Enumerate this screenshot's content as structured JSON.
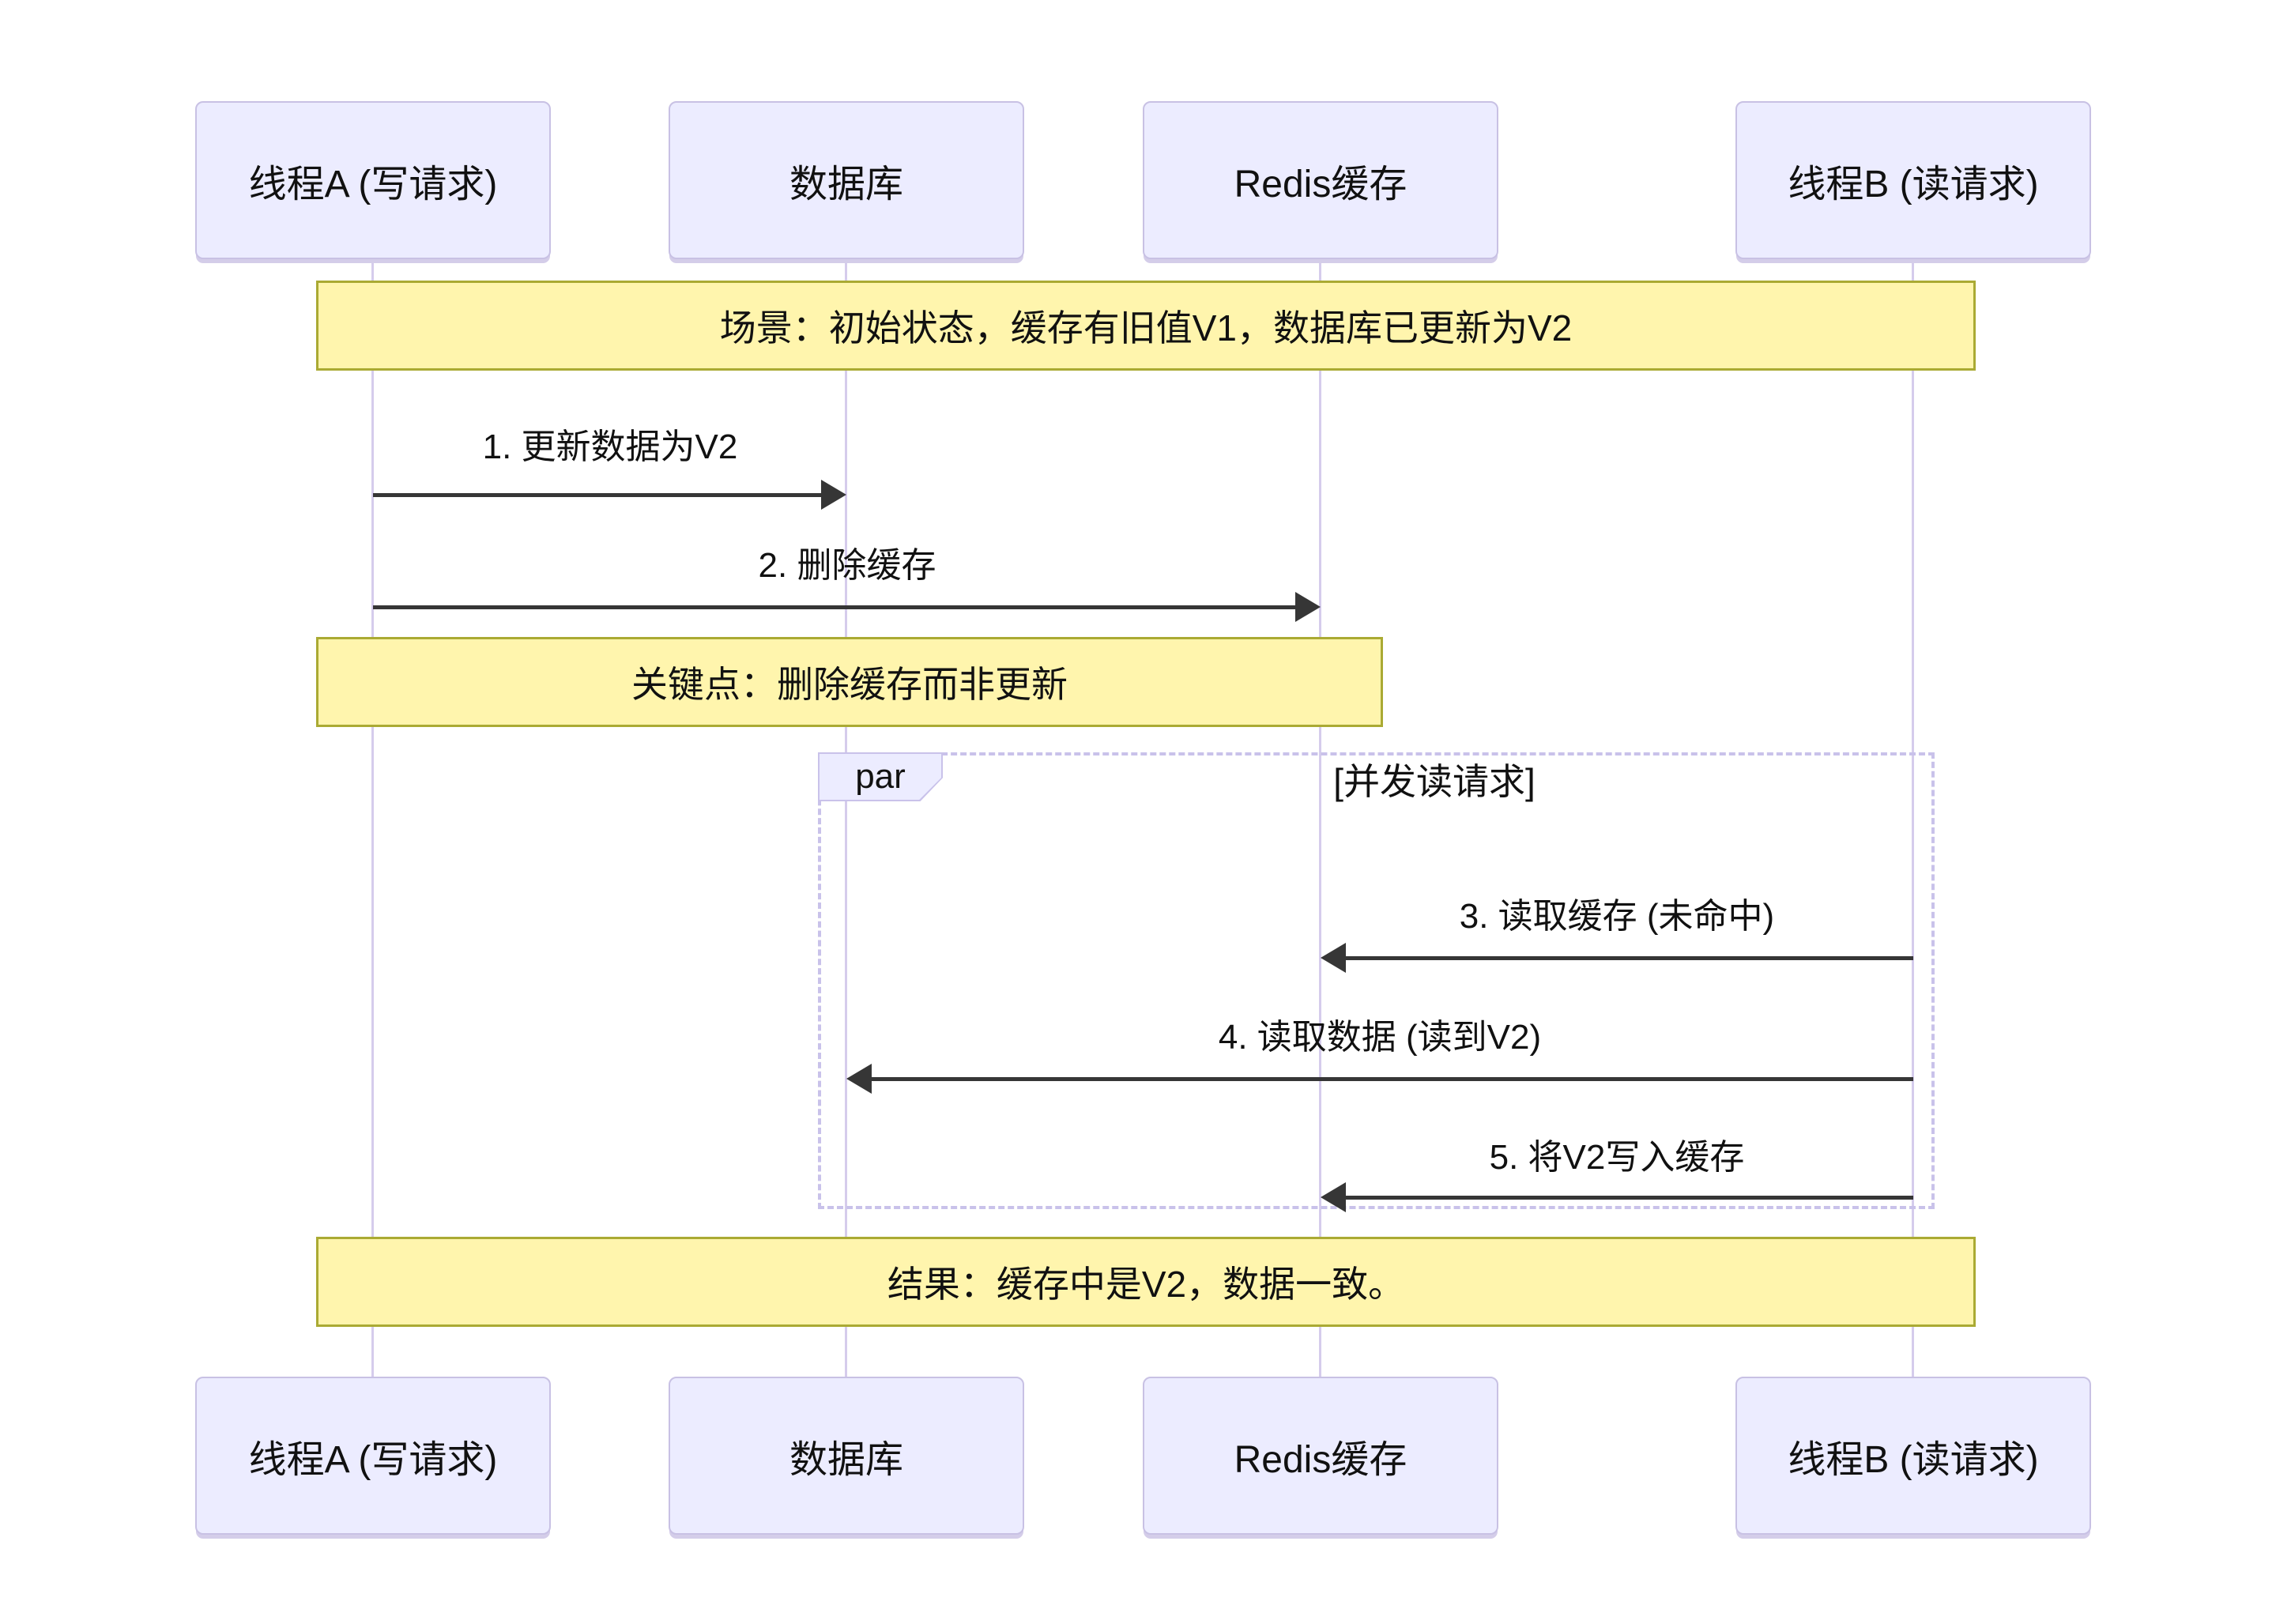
{
  "diagram": {
    "type": "sequence-diagram",
    "participants": [
      {
        "id": "thread-a",
        "label": "线程A (写请求)"
      },
      {
        "id": "database",
        "label": "数据库"
      },
      {
        "id": "redis",
        "label": "Redis缓存"
      },
      {
        "id": "thread-b",
        "label": "线程B (读请求)"
      }
    ],
    "notes": [
      {
        "id": "scenario",
        "text": "场景：初始状态，缓存有旧值V1，数据库已更新为V2",
        "over": "thread-a..thread-b"
      },
      {
        "id": "keypoint",
        "text": "关键点：删除缓存而非更新",
        "over": "thread-a..redis"
      },
      {
        "id": "result",
        "text": "结果：缓存中是V2，数据一致。",
        "over": "thread-a..thread-b"
      }
    ],
    "messages": [
      {
        "label": "1. 更新数据为V2",
        "from": "thread-a",
        "to": "database",
        "direction": "right"
      },
      {
        "label": "2. 删除缓存",
        "from": "thread-a",
        "to": "redis",
        "direction": "right"
      },
      {
        "label": "3. 读取缓存 (未命中)",
        "from": "thread-b",
        "to": "redis",
        "direction": "left"
      },
      {
        "label": "4. 读取数据 (读到V2)",
        "from": "thread-b",
        "to": "database",
        "direction": "left"
      },
      {
        "label": "5. 将V2写入缓存",
        "from": "thread-b",
        "to": "redis",
        "direction": "left"
      }
    ],
    "par_block": {
      "tag": "par",
      "condition": "[并发读请求]"
    },
    "colors": {
      "actor_fill": "#ECECFF",
      "actor_border": "#c8c1e4",
      "note_fill": "#FFF5AD",
      "note_border": "#AAAA33",
      "lifeline": "#d5ccec",
      "arrow": "#363636",
      "frame_border": "#c9c2ea",
      "background": "#ffffff",
      "text": "#111111"
    }
  }
}
